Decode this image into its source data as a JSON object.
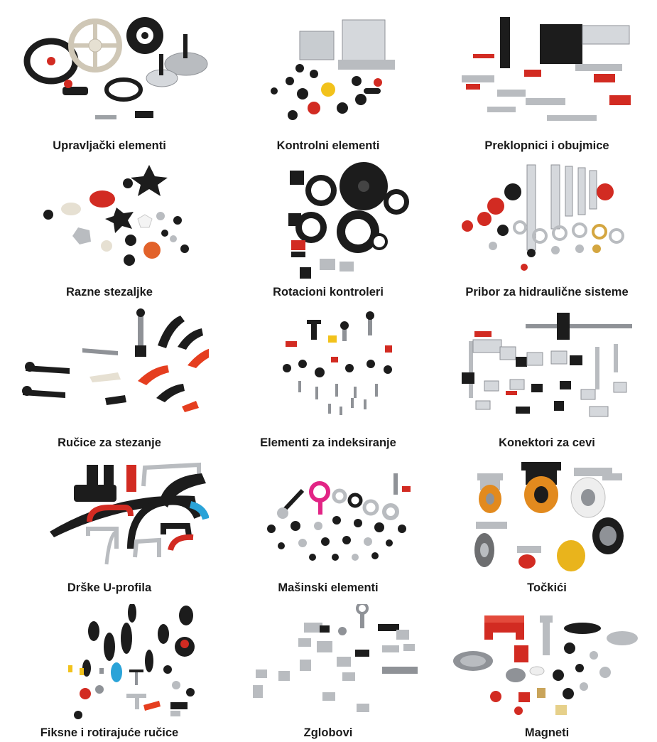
{
  "categories": [
    {
      "label": "Upravljački elementi",
      "icon": "handwheel-icon"
    },
    {
      "label": "Kontrolni elementi",
      "icon": "control-knobs-icon"
    },
    {
      "label": "Preklopnici i obujmice",
      "icon": "toggle-clamp-icon"
    },
    {
      "label": "Razne stezaljke",
      "icon": "star-knob-icon"
    },
    {
      "label": "Rotacioni kontroleri",
      "icon": "position-indicator-icon"
    },
    {
      "label": "Pribor za hidraulične sisteme",
      "icon": "oil-level-gauge-icon"
    },
    {
      "label": "Ručice za stezanje",
      "icon": "clamping-lever-icon"
    },
    {
      "label": "Elementi za indeksiranje",
      "icon": "indexing-plunger-icon"
    },
    {
      "label": "Konektori za cevi",
      "icon": "tube-connector-icon"
    },
    {
      "label": "Drške U-profila",
      "icon": "u-handle-icon"
    },
    {
      "label": "Mašinski elementi",
      "icon": "machine-parts-icon"
    },
    {
      "label": "Točkići",
      "icon": "caster-wheel-icon"
    },
    {
      "label": "Fiksne i rotirajuće ručice",
      "icon": "knob-grip-icon"
    },
    {
      "label": "Zglobovi",
      "icon": "ball-joint-icon"
    },
    {
      "label": "Magneti",
      "icon": "magnet-icon"
    }
  ],
  "colors": {
    "accent_red": "#d22b22",
    "dark": "#1c1c1c",
    "steel": "#b9bcc0",
    "orange": "#e28a1e"
  }
}
